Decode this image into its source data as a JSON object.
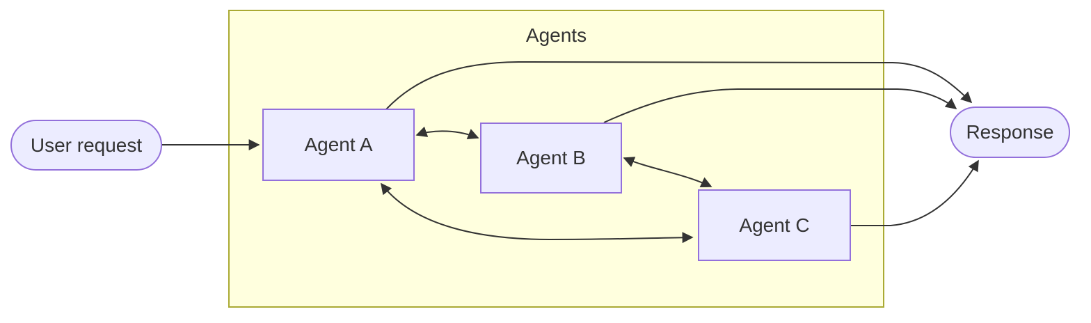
{
  "diagram": {
    "type": "flowchart",
    "direction": "left-to-right",
    "cluster": {
      "label": "Agents",
      "contains": [
        "Agent A",
        "Agent B",
        "Agent C"
      ]
    },
    "nodes": [
      {
        "id": "user_request",
        "label": "User request",
        "shape": "stadium"
      },
      {
        "id": "agent_a",
        "label": "Agent A",
        "shape": "rect"
      },
      {
        "id": "agent_b",
        "label": "Agent B",
        "shape": "rect"
      },
      {
        "id": "agent_c",
        "label": "Agent C",
        "shape": "rect"
      },
      {
        "id": "response",
        "label": "Response",
        "shape": "stadium"
      }
    ],
    "edges": [
      {
        "from": "user_request",
        "to": "agent_a",
        "bidirectional": false
      },
      {
        "from": "agent_a",
        "to": "agent_b",
        "bidirectional": true
      },
      {
        "from": "agent_b",
        "to": "agent_c",
        "bidirectional": true
      },
      {
        "from": "agent_a",
        "to": "agent_c",
        "bidirectional": true
      },
      {
        "from": "agent_a",
        "to": "response",
        "bidirectional": false
      },
      {
        "from": "agent_b",
        "to": "response",
        "bidirectional": false
      },
      {
        "from": "agent_c",
        "to": "response",
        "bidirectional": false
      }
    ],
    "colors": {
      "node_fill": "#ECECFF",
      "node_border": "#9370DB",
      "cluster_fill": "#FFFFDE",
      "cluster_border": "#AAAA33",
      "edge": "#333333",
      "text": "#333333"
    }
  }
}
